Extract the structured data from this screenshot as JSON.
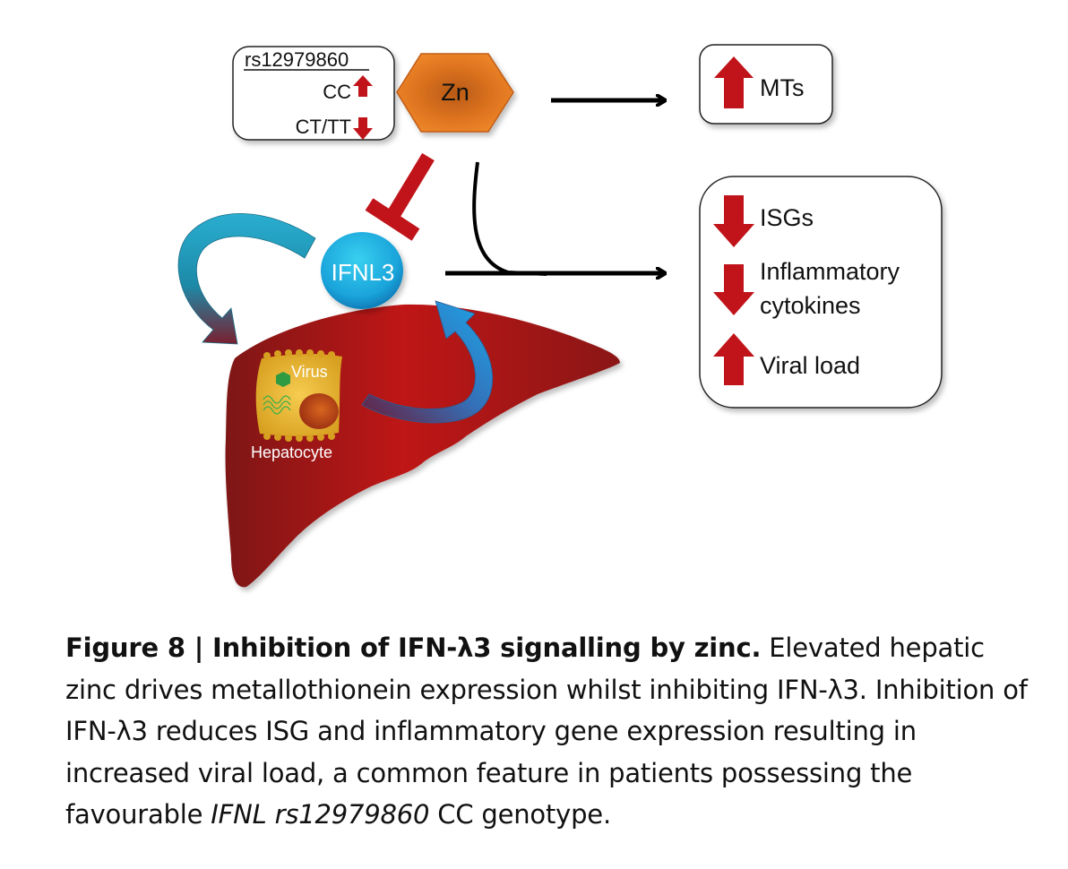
{
  "diagram": {
    "genotype_box": {
      "title": "rs12979860",
      "rows": [
        {
          "label": "CC",
          "direction": "up"
        },
        {
          "label": "CT/TT",
          "direction": "down"
        }
      ]
    },
    "zinc_node": {
      "label": "Zn",
      "shape": "hexagon",
      "color": "#e0701e"
    },
    "ifnl3_node": {
      "label": "IFNL3",
      "shape": "circle",
      "color": "#1fa8dc"
    },
    "mts_box": {
      "items": [
        {
          "label": "MTs",
          "direction": "up"
        }
      ]
    },
    "effects_box": {
      "items": [
        {
          "label_lines": [
            "ISGs"
          ],
          "direction": "down"
        },
        {
          "label_lines": [
            "Inflammatory",
            "cytokines"
          ],
          "direction": "down"
        },
        {
          "label_lines": [
            "Viral load"
          ],
          "direction": "up"
        }
      ]
    },
    "liver": {
      "color": "#b3191b"
    },
    "hepatocyte": {
      "label": "Hepatocyte",
      "virus_label": "Virus"
    },
    "edges": [
      {
        "from": "Zn",
        "to": "MTs",
        "type": "activation"
      },
      {
        "from": "Zn",
        "to": "IFNL3",
        "type": "inhibition"
      },
      {
        "from": "IFNL3",
        "to": "effects",
        "type": "activation"
      },
      {
        "from": "Zn",
        "to": "IFNL3-effects-edge",
        "type": "modulation"
      },
      {
        "from": "IFNL3",
        "to": "liver",
        "type": "signal"
      },
      {
        "from": "hepatocyte",
        "to": "IFNL3",
        "type": "signal"
      }
    ],
    "colors": {
      "arrow_red": "#c0141a",
      "black_arrow": "#000000"
    }
  },
  "caption": {
    "label": "Figure 8 | Inhibition of IFN-λ3 signalling by zinc.",
    "text_1": " Elevated hepatic zinc drives metallothionein expression whilst inhibiting IFN-λ3. Inhibition of IFN-λ3 reduces ISG and inflammatory gene expression resulting in increased viral load, a common feature in patients possessing the favourable ",
    "italic": "IFNL rs12979860",
    "text_2": " CC genotype."
  }
}
